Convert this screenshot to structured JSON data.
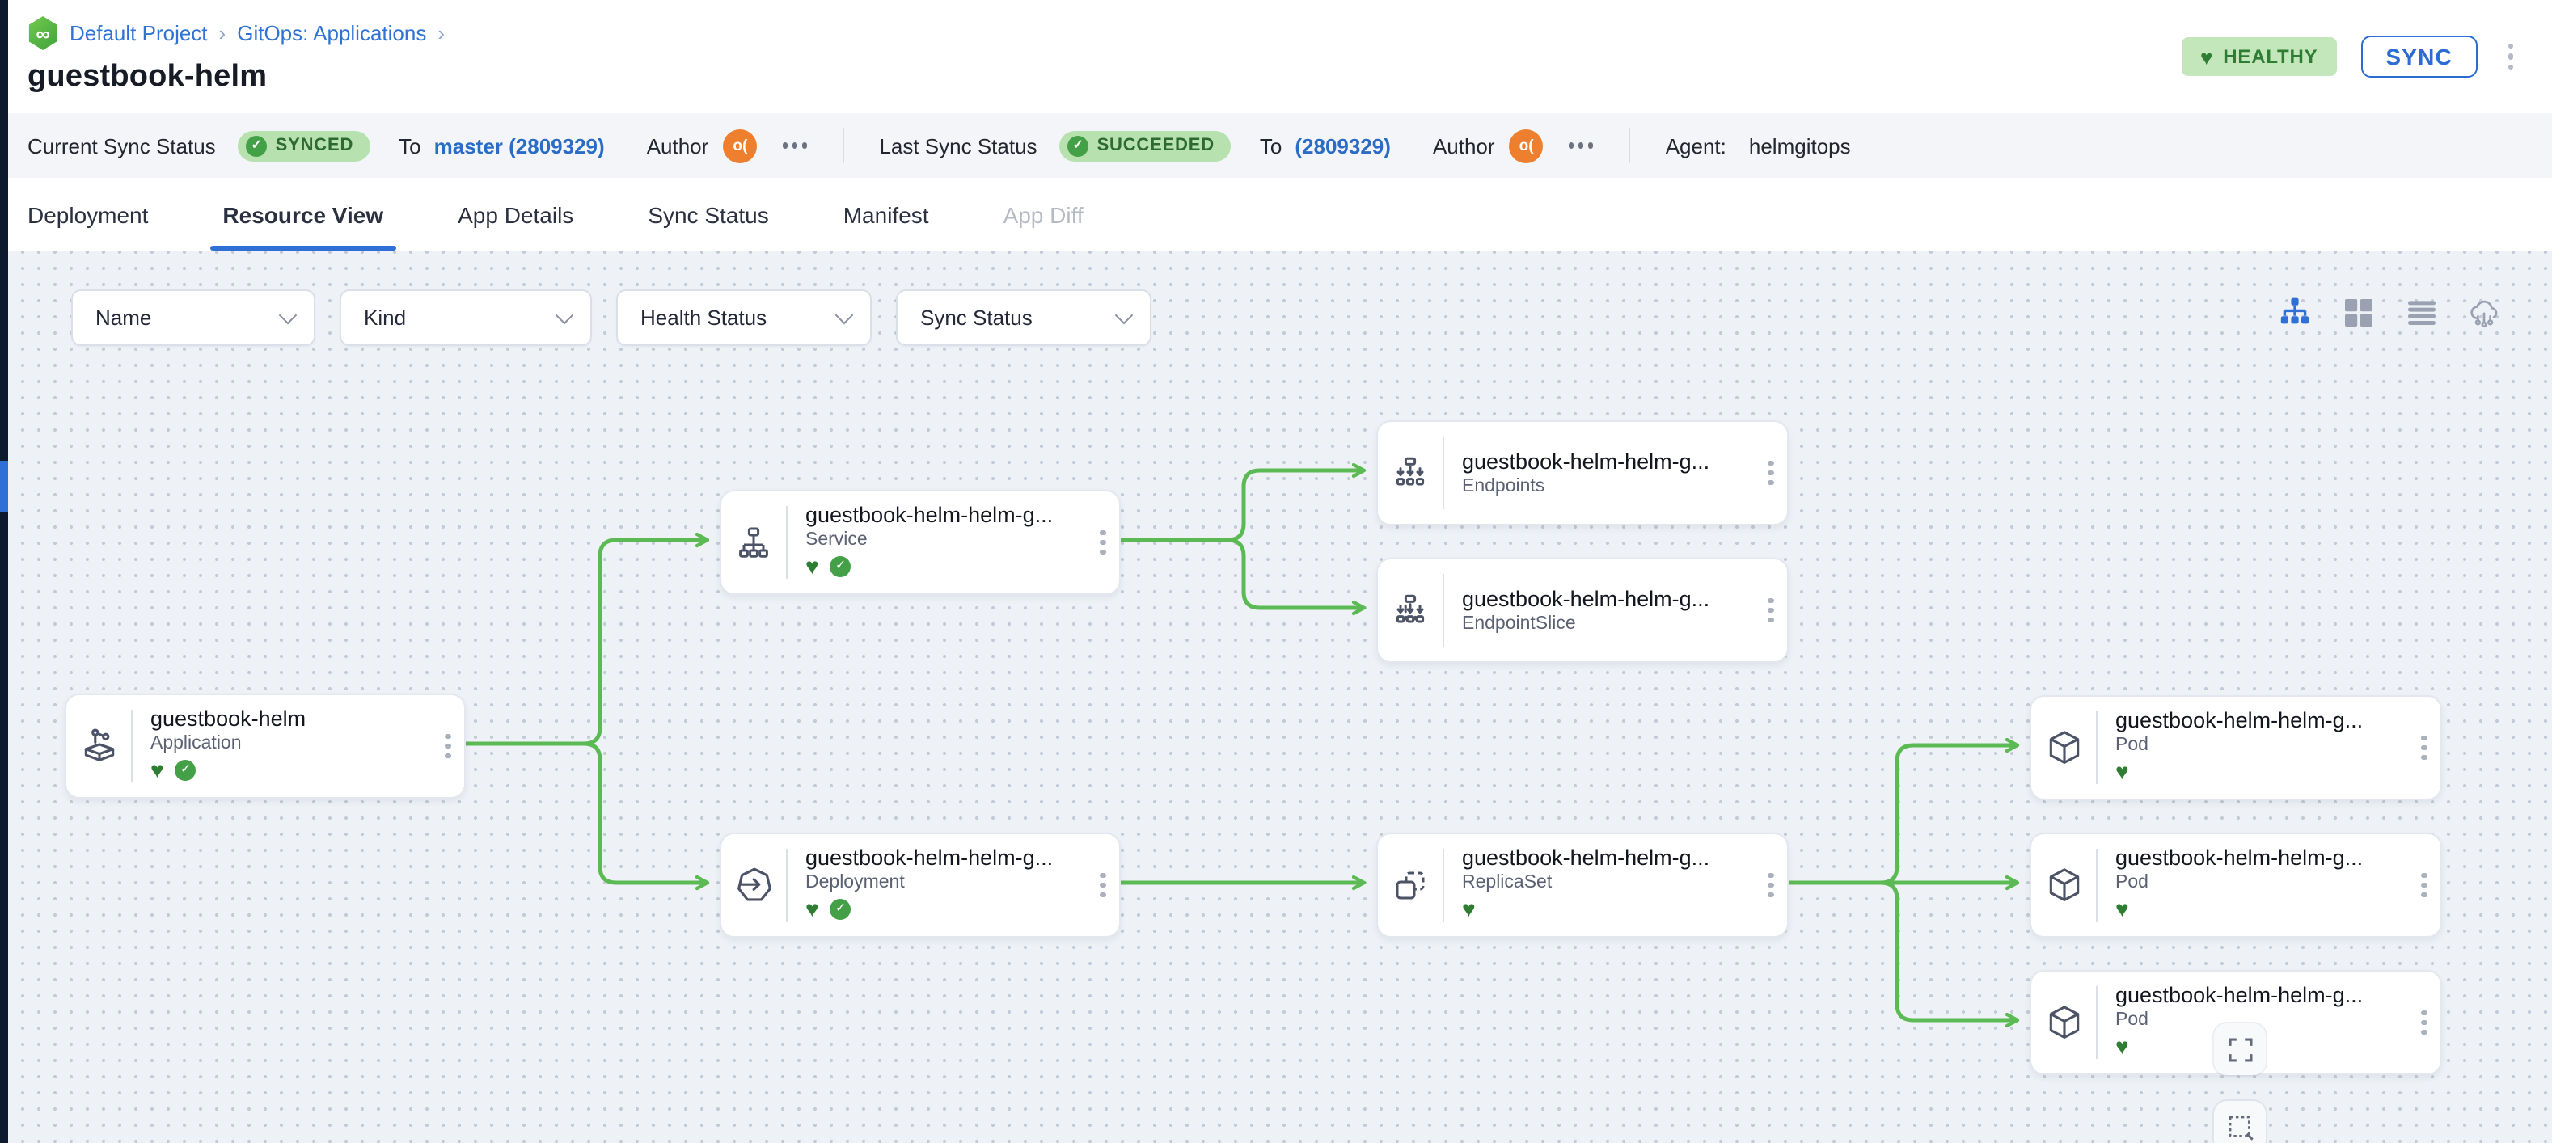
{
  "breadcrumb": {
    "items": [
      "Default Project",
      "GitOps: Applications"
    ],
    "sep": "›",
    "logo_glyph": "∞"
  },
  "page": {
    "title": "guestbook-helm"
  },
  "header_actions": {
    "health_label": "HEALTHY",
    "sync_label": "SYNC"
  },
  "status_bar": {
    "current": {
      "label": "Current Sync Status",
      "badge": "SYNCED",
      "to_label": "To",
      "revision": "master (2809329)",
      "author_label": "Author",
      "author_initials": "o("
    },
    "last": {
      "label": "Last Sync Status",
      "badge": "SUCCEEDED",
      "to_label": "To",
      "revision": "(2809329)",
      "author_label": "Author",
      "author_initials": "o("
    },
    "agent": {
      "label": "Agent:",
      "value": "helmgitops"
    }
  },
  "tabs": [
    {
      "label": "Deployment",
      "state": "normal"
    },
    {
      "label": "Resource View",
      "state": "active"
    },
    {
      "label": "App Details",
      "state": "normal"
    },
    {
      "label": "Sync Status",
      "state": "normal"
    },
    {
      "label": "Manifest",
      "state": "normal"
    },
    {
      "label": "App Diff",
      "state": "disabled"
    }
  ],
  "filters": [
    {
      "label": "Name"
    },
    {
      "label": "Kind"
    },
    {
      "label": "Health Status"
    },
    {
      "label": "Sync Status"
    }
  ],
  "view_modes": [
    {
      "name": "tree-view",
      "active": true
    },
    {
      "name": "grid-view",
      "active": false
    },
    {
      "name": "list-view",
      "active": false
    },
    {
      "name": "network-view",
      "active": false
    }
  ],
  "icons": {
    "heart": "♥",
    "check": "✓",
    "more_actions": "ellipsis-horizontal",
    "node_menu": "ellipsis-vertical",
    "fit_view": "expand-corners",
    "selection": "dashed-square"
  },
  "graph": {
    "nodes": [
      {
        "title": "guestbook-helm",
        "kind": "Application",
        "healthy": true,
        "synced": true
      },
      {
        "title": "guestbook-helm-helm-g...",
        "kind": "Service",
        "healthy": true,
        "synced": true
      },
      {
        "title": "guestbook-helm-helm-g...",
        "kind": "Deployment",
        "healthy": true,
        "synced": true
      },
      {
        "title": "guestbook-helm-helm-g...",
        "kind": "Endpoints",
        "healthy": false,
        "synced": false
      },
      {
        "title": "guestbook-helm-helm-g...",
        "kind": "EndpointSlice",
        "healthy": false,
        "synced": false
      },
      {
        "title": "guestbook-helm-helm-g...",
        "kind": "ReplicaSet",
        "healthy": true,
        "synced": false
      },
      {
        "title": "guestbook-helm-helm-g...",
        "kind": "Pod",
        "healthy": true,
        "synced": false
      },
      {
        "title": "guestbook-helm-helm-g...",
        "kind": "Pod",
        "healthy": true,
        "synced": false
      },
      {
        "title": "guestbook-helm-helm-g...",
        "kind": "Pod",
        "healthy": true,
        "synced": false
      }
    ]
  },
  "colors": {
    "accent_blue": "#2F6FD6",
    "edge_green": "#5CBA54",
    "healthy_green": "#2E7D32",
    "synced_green": "#43A047",
    "badge_bg": "#B7E1AE",
    "avatar_orange": "#EE7F2E"
  }
}
